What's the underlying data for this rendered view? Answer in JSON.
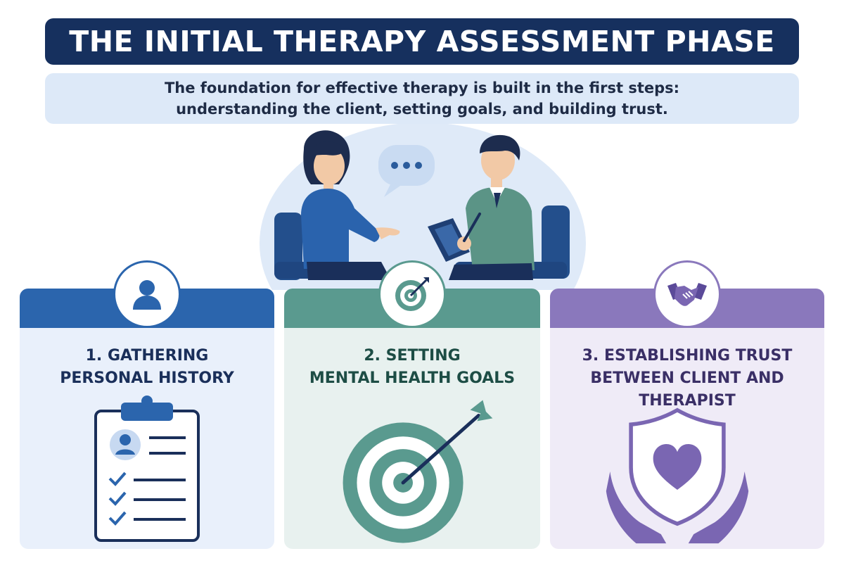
{
  "header": {
    "title": "THE INITIAL THERAPY ASSESSMENT PHASE",
    "subtitle_line1": "The foundation for effective therapy is built in the first steps:",
    "subtitle_line2": "understanding the client, setting goals, and building trust."
  },
  "steps": [
    {
      "line1": "1. GATHERING",
      "line2": "PERSONAL HISTORY",
      "icon": "person-icon",
      "illustration": "clipboard-icon",
      "color": "#2b65ad"
    },
    {
      "line1": "2. SETTING",
      "line2": "MENTAL HEALTH GOALS",
      "icon": "target-icon",
      "illustration": "bullseye-arrow-icon",
      "color": "#5a9a8f"
    },
    {
      "line1": "3. ESTABLISHING TRUST",
      "line2": "BETWEEN CLIENT AND THERAPIST",
      "icon": "handshake-icon",
      "illustration": "shield-heart-hands-icon",
      "color": "#8a78bc"
    }
  ],
  "colors": {
    "navy": "#16305e",
    "light_blue": "#dde9f8"
  }
}
